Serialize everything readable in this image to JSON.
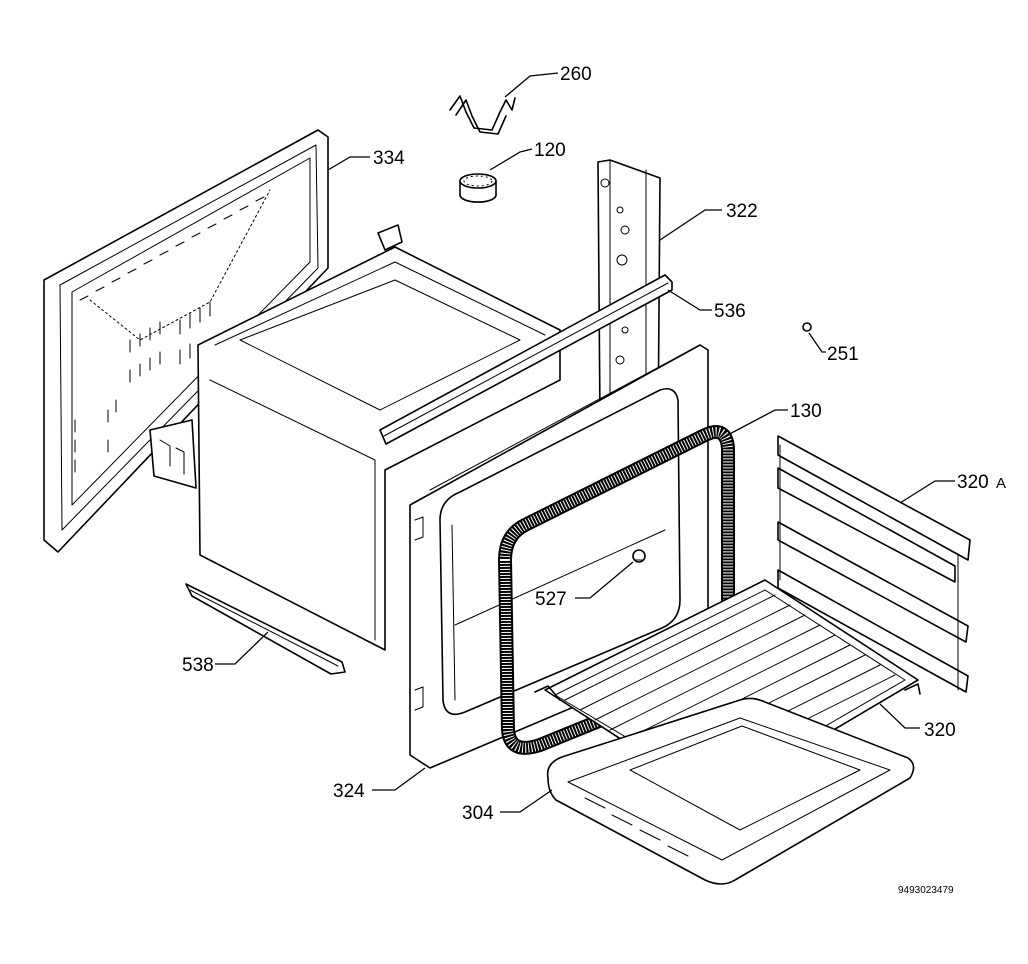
{
  "parts": {
    "p260": "260",
    "p120": "120",
    "p334": "334",
    "p322": "322",
    "p536": "536",
    "p251": "251",
    "p130": "130",
    "p320a": "320",
    "p320a_suffix": "A",
    "p527": "527",
    "p538": "538",
    "p320": "320",
    "p324": "324",
    "p304": "304"
  },
  "drawing_code": "9493023479"
}
